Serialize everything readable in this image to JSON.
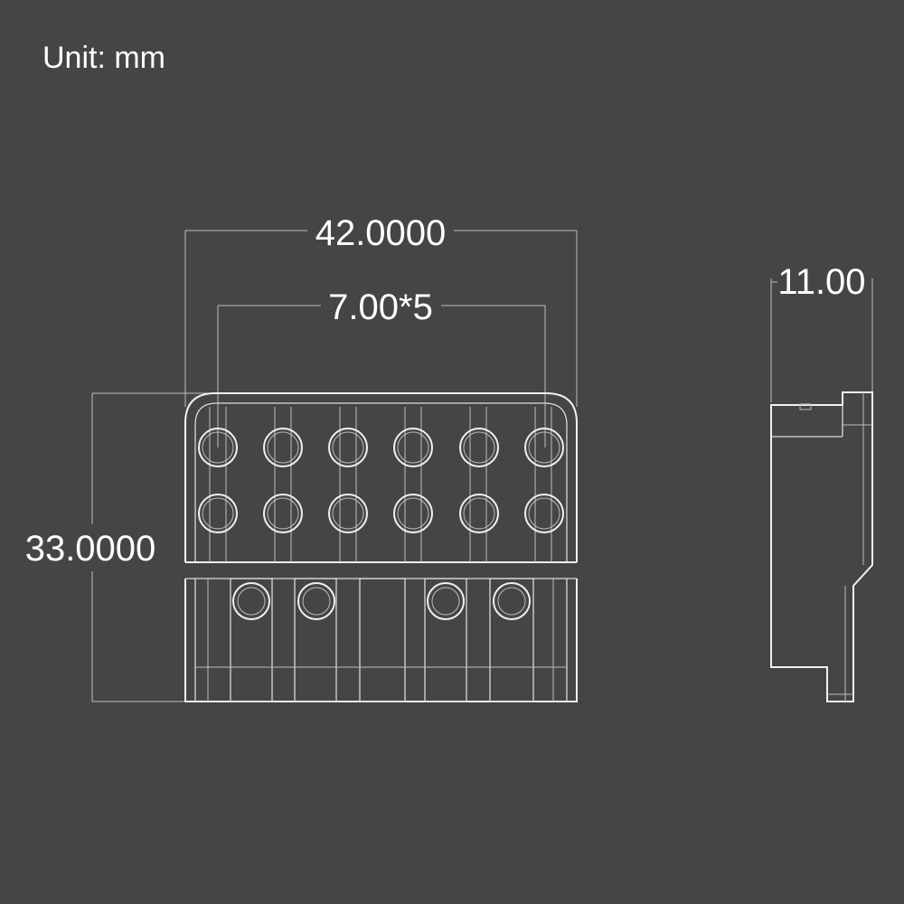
{
  "unit_label": "Unit: mm",
  "dimensions": {
    "overall_width": "42.0000",
    "hole_spacing": "7.00*5",
    "overall_height": "33.0000",
    "depth": "11.00"
  },
  "colors": {
    "background": "#454547",
    "line": "#d9d9d9",
    "text": "#ffffff"
  }
}
